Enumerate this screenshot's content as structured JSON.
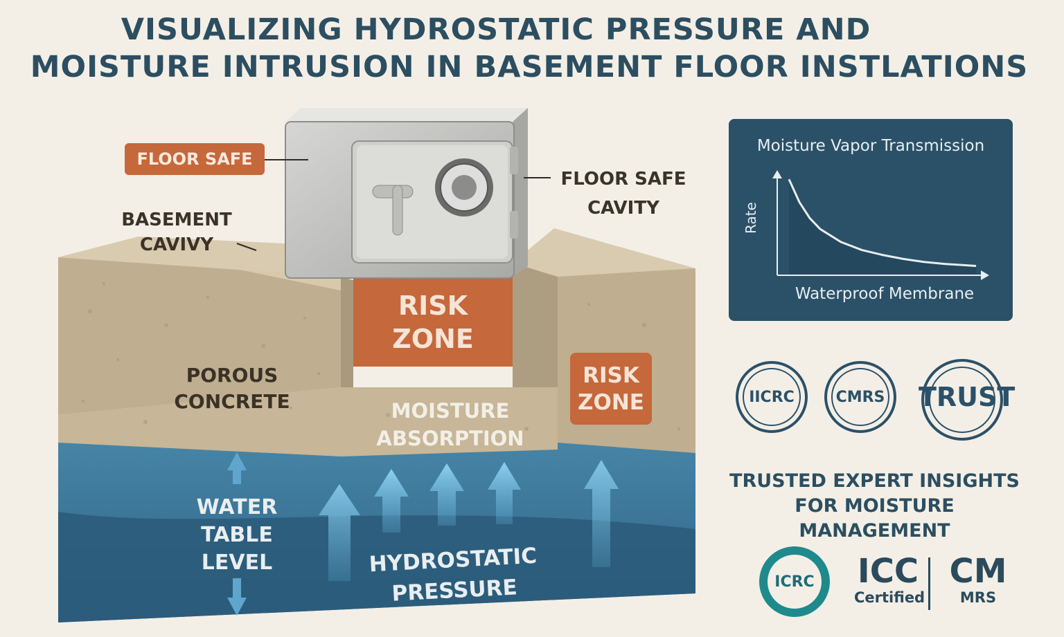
{
  "title": {
    "line1": "VISUALIZING HYDROSTATIC PRESSURE AND",
    "line2": "MOISTURE INTRUSION IN BASEMENT FLOOR INSTLATIONS"
  },
  "diagram": {
    "floor_safe_tag": "FLOOR SAFE",
    "floor_safe_cavity_line1": "FLOOR SAFE",
    "floor_safe_cavity_line2": "CAVITY",
    "basement_cavity_line1": "BASEMENT",
    "basement_cavity_line2": "CAVIVY",
    "risk_zone_main_line1": "RISK",
    "risk_zone_main_line2": "ZONE",
    "risk_zone_side_line1": "RISK",
    "risk_zone_side_line2": "ZONE",
    "porous_concrete_line1": "POROUS",
    "porous_concrete_line2": "CONCRETE",
    "moisture_absorption_line1": "MOISTURE",
    "moisture_absorption_line2": "ABSORPTION",
    "water_table_line1": "WATER",
    "water_table_line2": "TABLE",
    "water_table_line3": "LEVEL",
    "hydrostatic_line1": "HYDROSTATIC",
    "hydrostatic_line2": "PRESSURE",
    "colors": {
      "concrete": "#cbb99d",
      "water": "#3d7c9c",
      "deep_water": "#2f5f7e",
      "risk": "#c5683b"
    }
  },
  "chart_data": {
    "type": "line",
    "title": "Moisture Vapor Transmission",
    "xlabel": "Waterproof Membrane",
    "ylabel": "Rate",
    "series": [
      {
        "values": [
          [
            0.05,
            0.95
          ],
          [
            0.1,
            0.72
          ],
          [
            0.15,
            0.56
          ],
          [
            0.2,
            0.45
          ],
          [
            0.3,
            0.32
          ],
          [
            0.4,
            0.24
          ],
          [
            0.5,
            0.19
          ],
          [
            0.6,
            0.15
          ],
          [
            0.7,
            0.12
          ],
          [
            0.8,
            0.1
          ],
          [
            0.95,
            0.08
          ]
        ]
      }
    ],
    "fill_under": true,
    "xlim": [
      0,
      1
    ],
    "ylim": [
      0,
      1
    ]
  },
  "badges": [
    {
      "name": "iicrc-badge",
      "label": "IICRC"
    },
    {
      "name": "cmrs-badge",
      "label": "CMRS"
    }
  ],
  "trust_seal": {
    "label": "TRUST"
  },
  "insights": {
    "line1": "TRUSTED EXPERT INSIGHTS",
    "line2": "FOR MOISTURE MANAGEMENT"
  },
  "footer_logos": {
    "iicrc": "ICRC",
    "icc_main": "ICC",
    "icc_sub": "Certified",
    "cm_main": "CM",
    "cm_sub": "MRS"
  }
}
